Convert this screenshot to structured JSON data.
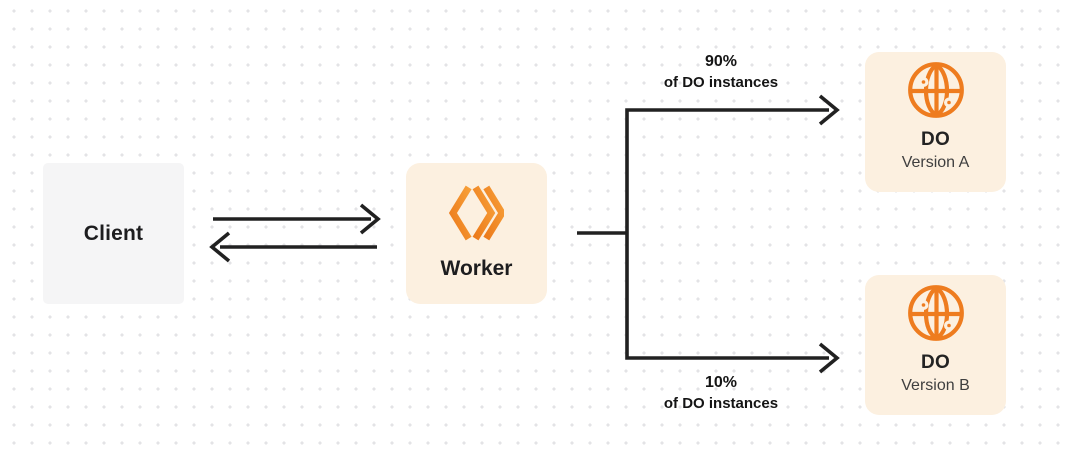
{
  "diagram": {
    "nodes": {
      "client": {
        "label": "Client"
      },
      "worker": {
        "label": "Worker",
        "icon": "cloudflare-workers-icon"
      },
      "do_version_a": {
        "title": "DO",
        "subtitle": "Version A",
        "icon": "durable-object-globe-icon"
      },
      "do_version_b": {
        "title": "DO",
        "subtitle": "Version B",
        "icon": "durable-object-globe-icon"
      }
    },
    "edges": {
      "client_worker": {
        "type": "bidirectional-arrows"
      },
      "worker_do_a": {
        "percent": "90%",
        "caption": "of DO instances"
      },
      "worker_do_b": {
        "percent": "10%",
        "caption": "of DO instances"
      }
    },
    "colors": {
      "background": "#ffffff",
      "dot_grid": "#e3e3e6",
      "client_box": "#f5f5f6",
      "cream_box": "#fcf0e0",
      "orange": "#f0811f",
      "line": "#212121",
      "text": "#1d1d1f",
      "subtitle_text": "#3f3f3f"
    }
  }
}
